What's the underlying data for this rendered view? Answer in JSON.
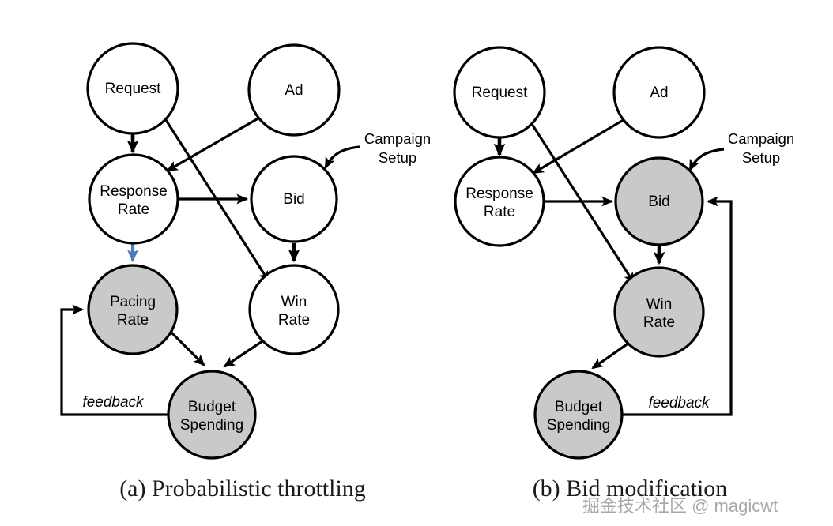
{
  "figure": {
    "panels": [
      {
        "id": "panel-a",
        "caption": "(a) Probabilistic throttling",
        "nodes": [
          {
            "id": "request",
            "label_line1": "Request",
            "label_line2": "",
            "shaded": false
          },
          {
            "id": "ad",
            "label_line1": "Ad",
            "label_line2": "",
            "shaded": false
          },
          {
            "id": "response-rate",
            "label_line1": "Response",
            "label_line2": "Rate",
            "shaded": false
          },
          {
            "id": "bid",
            "label_line1": "Bid",
            "label_line2": "",
            "shaded": false
          },
          {
            "id": "pacing-rate",
            "label_line1": "Pacing",
            "label_line2": "Rate",
            "shaded": true
          },
          {
            "id": "win-rate",
            "label_line1": "Win",
            "label_line2": "Rate",
            "shaded": false
          },
          {
            "id": "budget-spending",
            "label_line1": "Budget",
            "label_line2": "Spending",
            "shaded": true
          }
        ],
        "annotations": {
          "campaign_setup_line1": "Campaign",
          "campaign_setup_line2": "Setup",
          "feedback": "feedback"
        },
        "edges": [
          {
            "from": "request",
            "to": "response-rate",
            "style": "thick"
          },
          {
            "from": "request",
            "to": "win-rate",
            "style": "normal"
          },
          {
            "from": "ad",
            "to": "response-rate",
            "style": "normal"
          },
          {
            "from": "response-rate",
            "to": "bid",
            "style": "normal"
          },
          {
            "from": "response-rate",
            "to": "pacing-rate",
            "style": "blue"
          },
          {
            "from": "campaign-setup",
            "to": "bid",
            "style": "curved"
          },
          {
            "from": "bid",
            "to": "win-rate",
            "style": "thick"
          },
          {
            "from": "pacing-rate",
            "to": "budget-spending",
            "style": "normal"
          },
          {
            "from": "win-rate",
            "to": "budget-spending",
            "style": "normal"
          },
          {
            "from": "budget-spending",
            "to": "pacing-rate",
            "style": "feedback"
          }
        ]
      },
      {
        "id": "panel-b",
        "caption": "(b) Bid modification",
        "nodes": [
          {
            "id": "request",
            "label_line1": "Request",
            "label_line2": "",
            "shaded": false
          },
          {
            "id": "ad",
            "label_line1": "Ad",
            "label_line2": "",
            "shaded": false
          },
          {
            "id": "response-rate",
            "label_line1": "Response",
            "label_line2": "Rate",
            "shaded": false
          },
          {
            "id": "bid",
            "label_line1": "Bid",
            "label_line2": "",
            "shaded": true
          },
          {
            "id": "win-rate",
            "label_line1": "Win",
            "label_line2": "Rate",
            "shaded": true
          },
          {
            "id": "budget-spending",
            "label_line1": "Budget",
            "label_line2": "Spending",
            "shaded": true
          }
        ],
        "annotations": {
          "campaign_setup_line1": "Campaign",
          "campaign_setup_line2": "Setup",
          "feedback": "feedback"
        },
        "edges": [
          {
            "from": "request",
            "to": "response-rate",
            "style": "thick"
          },
          {
            "from": "request",
            "to": "win-rate",
            "style": "normal"
          },
          {
            "from": "ad",
            "to": "response-rate",
            "style": "normal"
          },
          {
            "from": "response-rate",
            "to": "bid",
            "style": "normal"
          },
          {
            "from": "campaign-setup",
            "to": "bid",
            "style": "curved"
          },
          {
            "from": "bid",
            "to": "win-rate",
            "style": "thick"
          },
          {
            "from": "win-rate",
            "to": "budget-spending",
            "style": "normal"
          },
          {
            "from": "budget-spending",
            "to": "bid",
            "style": "feedback"
          }
        ]
      }
    ],
    "watermark": "掘金技术社区 @ magicwt",
    "colors": {
      "shaded_node_fill": "#c9c9c9",
      "plain_node_fill": "#ffffff",
      "stroke": "#000000",
      "highlight_arrow": "#4a7ebb",
      "background": "#ffffff"
    }
  }
}
